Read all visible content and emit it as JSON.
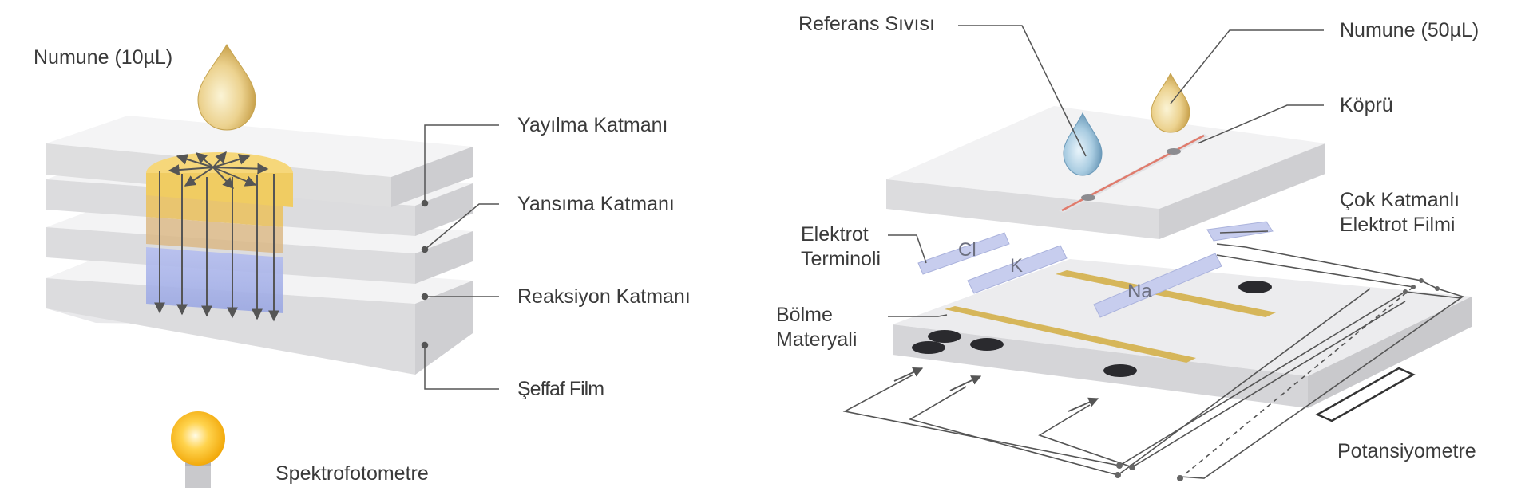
{
  "left_diagram": {
    "sample_label": "Numune (10µL)",
    "layers": {
      "spreading": "Yayılma Katmanı",
      "reflective": "Yansıma Katmanı",
      "reaction": "Reaksiyon Katmanı",
      "film": "Şeffaf Film"
    },
    "detector_label": "Spektrofotometre"
  },
  "right_diagram": {
    "reference_label": "Referans Sıvısı",
    "sample_label": "Numune (50µL)",
    "bridge_label": "Köprü",
    "multilayer_line1": "Çok Katmanlı",
    "multilayer_line2": "Elektrot Filmi",
    "terminal_line1": "Elektrot",
    "terminal_line2": "Terminoli",
    "partition_line1": "Bölme",
    "partition_line2": "Materyali",
    "meter_label": "Potansiyometre",
    "ion_labels": {
      "cl": "Cl",
      "k": "K",
      "na": "Na"
    }
  },
  "colors": {
    "card_face": "#f2f2f3",
    "card_side": "#d9d9dc",
    "spread_yellow": "#f6d77a",
    "reflect_orange": "#d9b47c",
    "reaction_blue": "#a9b4e6",
    "gold_strip": "#d6b65a",
    "electrode_blue": "#c7cdee",
    "bridge_red": "#e07b6c",
    "line_gray": "#555555"
  }
}
